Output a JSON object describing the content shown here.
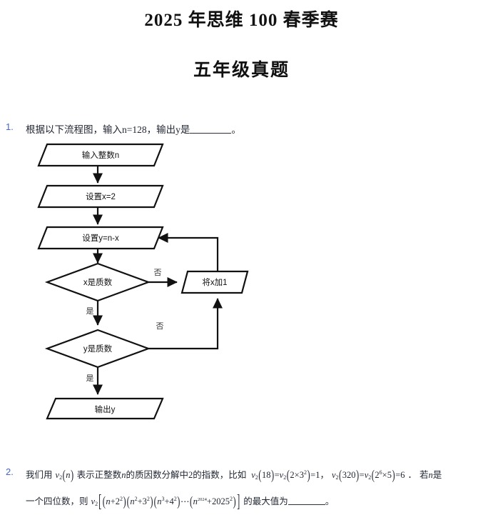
{
  "document": {
    "title_main": "2025 年思维 100 春季赛",
    "title_sub": "五年级真题"
  },
  "questions": [
    {
      "number": "1.",
      "number_color": "#4466cc",
      "text_before_blank": "根据以下流程图，输入n=128，输出y是",
      "text_after_blank": "。"
    },
    {
      "number": "2.",
      "number_color": "#4466cc",
      "line1": {
        "t1": "我们用",
        "v": "v",
        "v_sub": "2",
        "arg_open": "(",
        "arg_n": "n",
        "arg_close": ")",
        "t2": "表示正整数",
        "n_italic": "n",
        "t3": "的质因数分解中2的指数，比如",
        "ex1": "v₂(18)=v₂(2×3²)=1",
        "ex1_parts": {
          "v": "v",
          "sub": "2",
          "a": "18",
          "b1": "2",
          "times": "×",
          "b2": "3",
          "b2sup": "2",
          "res": "1"
        },
        "comma1": "，",
        "ex2_parts": {
          "v": "v",
          "sub": "2",
          "a": "320",
          "b1": "2",
          "b1sup": "6",
          "times": "×",
          "b2": "5",
          "res": "6"
        },
        "period": "．",
        "t4": "若",
        "n_italic2": "n",
        "t5": "是"
      },
      "line2": {
        "t1": "一个四位数，则",
        "v": "v",
        "v_sub": "2",
        "f1n": "n",
        "f1op": "+",
        "f1b": "2",
        "f1sup": "2",
        "f2n": "n",
        "f2nsup": "2",
        "f2op": "+",
        "f2b": "3",
        "f2sup": "2",
        "f3n": "n",
        "f3nsup": "3",
        "f3op": "+",
        "f3b": "4",
        "f3sup": "2",
        "dots": "⋯",
        "f4n": "n",
        "f4nsup": "2024",
        "f4op": "+",
        "f4b": "2025",
        "f4sup": "2",
        "t2": "的最大值为",
        "t3": "。"
      }
    }
  ],
  "flowchart": {
    "nodes": [
      {
        "id": "input-n",
        "shape": "parallelogram",
        "label": "输入整数n"
      },
      {
        "id": "set-x",
        "shape": "parallelogram",
        "label": "设置x=2"
      },
      {
        "id": "set-y",
        "shape": "parallelogram",
        "label": "设置y=n-x"
      },
      {
        "id": "x-prime",
        "shape": "diamond",
        "label": "x是质数"
      },
      {
        "id": "y-prime",
        "shape": "diamond",
        "label": "y是质数"
      },
      {
        "id": "incr-x",
        "shape": "parallelogram",
        "label": "将x加1"
      },
      {
        "id": "output-y",
        "shape": "parallelogram",
        "label": "输出y"
      }
    ],
    "edge_labels": {
      "x_no": "否",
      "x_yes": "是",
      "y_no": "否",
      "y_yes": "是"
    },
    "stroke_color": "#111111",
    "fill_color": "#ffffff"
  }
}
